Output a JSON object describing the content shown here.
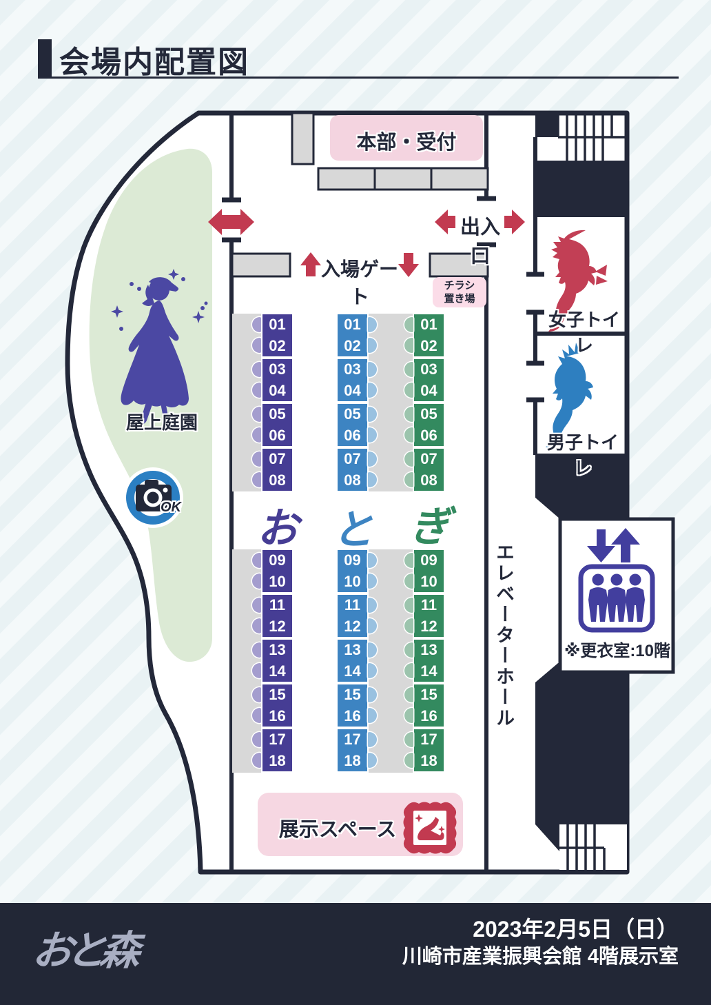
{
  "title": "会場内配置図",
  "map": {
    "reception": "本部・受付",
    "entrance_exit": "出入口",
    "entrance_gate": "入場ゲート",
    "flyer_line1": "チラシ",
    "flyer_line2": "置き場",
    "garden": "屋上庭園",
    "photo_ok": "OK",
    "womens_toilet": "女子トイレ",
    "mens_toilet": "男子トイレ",
    "elevator_hall": "エレベーターホール",
    "changing_room_note": "※更衣室:10階",
    "exhibition_space": "展示スペース"
  },
  "booths": {
    "pairs_top": [
      [
        "01",
        "02"
      ],
      [
        "03",
        "04"
      ],
      [
        "05",
        "06"
      ],
      [
        "07",
        "08"
      ]
    ],
    "pairs_bottom": [
      [
        "09",
        "10"
      ],
      [
        "11",
        "12"
      ],
      [
        "13",
        "14"
      ],
      [
        "15",
        "16"
      ],
      [
        "17",
        "18"
      ]
    ],
    "columns": [
      {
        "id": "o",
        "letter": "お",
        "color": "#463d94",
        "chair_color": "#a49dce"
      },
      {
        "id": "to",
        "letter": "と",
        "color": "#3d84c2",
        "chair_color": "#99c1e0"
      },
      {
        "id": "gi",
        "letter": "ぎ",
        "color": "#338a5f",
        "chair_color": "#9cc4ad"
      }
    ]
  },
  "footer": {
    "logo": "おと森",
    "date": "2023年2月5日（日）",
    "venue": "川崎市産業振興会館 4階展示室"
  },
  "colors": {
    "wall": "#232839",
    "accent_red": "#c23a50",
    "pink_box": "#f4d4e0",
    "pink_light": "#fbdce8",
    "table_gray": "#d8d8d8",
    "garden_green": "#dcead5",
    "princess_purple": "#4b48a3",
    "camera_blue": "#2b7fc3",
    "toilet_female_red": "#c23f55",
    "toilet_male_blue": "#2e7fc0",
    "elevator_purple": "#423e9e",
    "footer_bg": "#222736",
    "background": "#e9f2f4"
  }
}
